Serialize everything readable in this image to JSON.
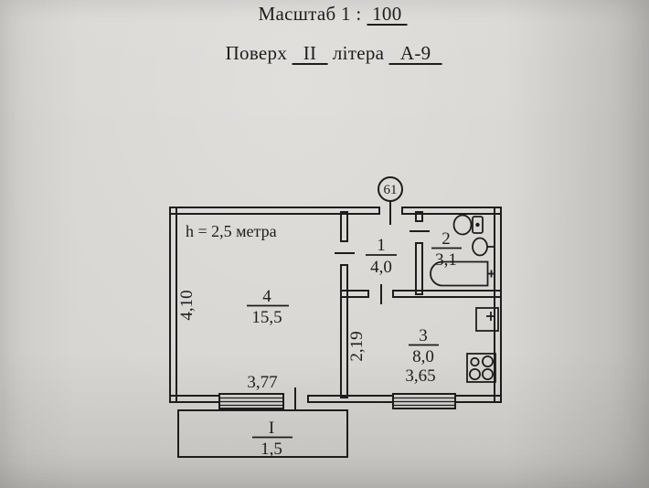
{
  "header": {
    "scale_label": "Масштаб 1 :",
    "scale_value": "100",
    "floor_label": "Поверх",
    "floor_value": "II",
    "letter_label": "літера",
    "letter_value": "А-9"
  },
  "plan": {
    "unit_number": "61",
    "ceiling_height_note": "h = 2,5 метра",
    "rooms": [
      {
        "number": "1",
        "area": "4,0"
      },
      {
        "number": "2",
        "area": "3,1"
      },
      {
        "number": "3",
        "area": "8,0"
      },
      {
        "number": "4",
        "area": "15,5"
      },
      {
        "number": "I",
        "area": "1,5"
      }
    ],
    "dimensions": {
      "living_room_width": "3,77",
      "living_room_height": "4,10",
      "kitchen_width": "3,65",
      "kitchen_height": "2,19"
    },
    "icons": [
      "toilet-icon",
      "washbasin-icon",
      "bathtub-icon",
      "kitchen-sink-icon",
      "stove-icon"
    ],
    "colors": {
      "ink": "#1d1d1d",
      "paper": "#d8d6d2"
    }
  }
}
